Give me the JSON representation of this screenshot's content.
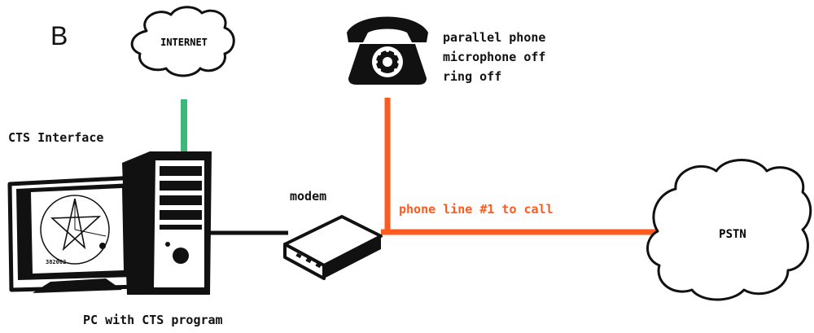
{
  "panel_label": "B",
  "labels": {
    "internet": "INTERNET",
    "pstn": "PSTN",
    "cts_interface": "CTS Interface",
    "modem": "modem",
    "pc_caption": "PC with CTS program",
    "phone_line": "phone line #1 to call",
    "parallel_phone_notes": [
      "parallel phone",
      "microphone off",
      "ring off"
    ],
    "screen_text": "382002"
  },
  "colors": {
    "internet_link": "#3cb878",
    "phone_line": "#ff5a1f",
    "modem_link": "#111111"
  }
}
